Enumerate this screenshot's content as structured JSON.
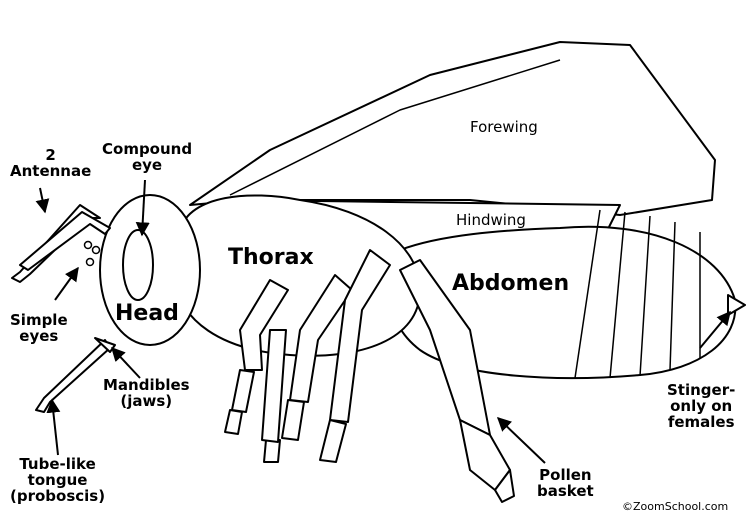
{
  "labels": {
    "antennae": "2\nAntennae",
    "compound_eye": "Compound\neye",
    "simple_eyes": "Simple\neyes",
    "head": "Head",
    "thorax": "Thorax",
    "abdomen": "Abdomen",
    "forewing": "Forewing",
    "hindwing": "Hindwing",
    "mandibles": "Mandibles\n(jaws)",
    "tongue": "Tube-like\ntongue\n(proboscis)",
    "stinger": "Stinger-\nonly on\nfemales",
    "pollen_basket": "Pollen\nbasket",
    "credit": "©ZoomSchool.com"
  },
  "colors": {
    "ink": "#000000",
    "paper": "#ffffff"
  }
}
